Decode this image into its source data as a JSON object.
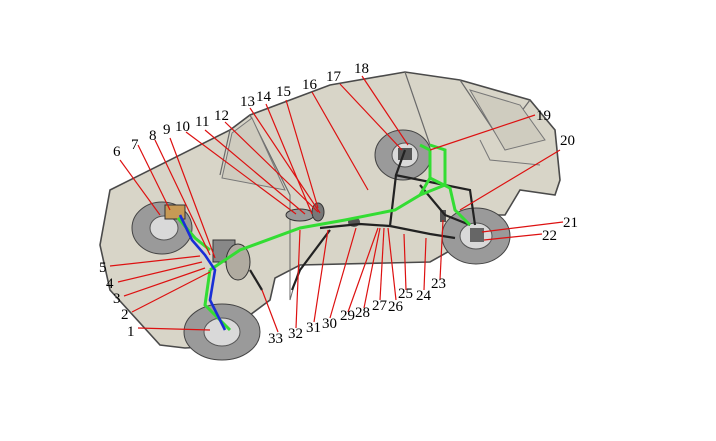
{
  "diagram": {
    "callouts": [
      {
        "id": "1",
        "label": "1"
      },
      {
        "id": "2",
        "label": "2"
      },
      {
        "id": "3",
        "label": "3"
      },
      {
        "id": "4",
        "label": "4"
      },
      {
        "id": "5",
        "label": "5"
      },
      {
        "id": "6",
        "label": "6"
      },
      {
        "id": "7",
        "label": "7"
      },
      {
        "id": "8",
        "label": "8"
      },
      {
        "id": "9",
        "label": "9"
      },
      {
        "id": "10",
        "label": "10"
      },
      {
        "id": "11",
        "label": "11"
      },
      {
        "id": "12",
        "label": "12"
      },
      {
        "id": "13",
        "label": "13"
      },
      {
        "id": "14",
        "label": "14"
      },
      {
        "id": "15",
        "label": "15"
      },
      {
        "id": "16",
        "label": "16"
      },
      {
        "id": "17",
        "label": "17"
      },
      {
        "id": "18",
        "label": "18"
      },
      {
        "id": "19",
        "label": "19"
      },
      {
        "id": "20",
        "label": "20"
      },
      {
        "id": "21",
        "label": "21"
      },
      {
        "id": "22",
        "label": "22"
      },
      {
        "id": "23",
        "label": "23"
      },
      {
        "id": "24",
        "label": "24"
      },
      {
        "id": "25",
        "label": "25"
      },
      {
        "id": "26",
        "label": "26"
      },
      {
        "id": "27",
        "label": "27"
      },
      {
        "id": "28",
        "label": "28"
      },
      {
        "id": "29",
        "label": "29"
      },
      {
        "id": "30",
        "label": "30"
      },
      {
        "id": "31",
        "label": "31"
      },
      {
        "id": "32",
        "label": "32"
      },
      {
        "id": "33",
        "label": "33"
      }
    ],
    "colors": {
      "body": "#d8d5c8",
      "body_edge": "#4a4a4a",
      "tire": "#9a9a9a",
      "hub": "#d9d9d9",
      "green_line": "#33dd33",
      "blue_line": "#1a2fd6",
      "dark_line": "#222222",
      "leader": "#dd1111"
    }
  }
}
